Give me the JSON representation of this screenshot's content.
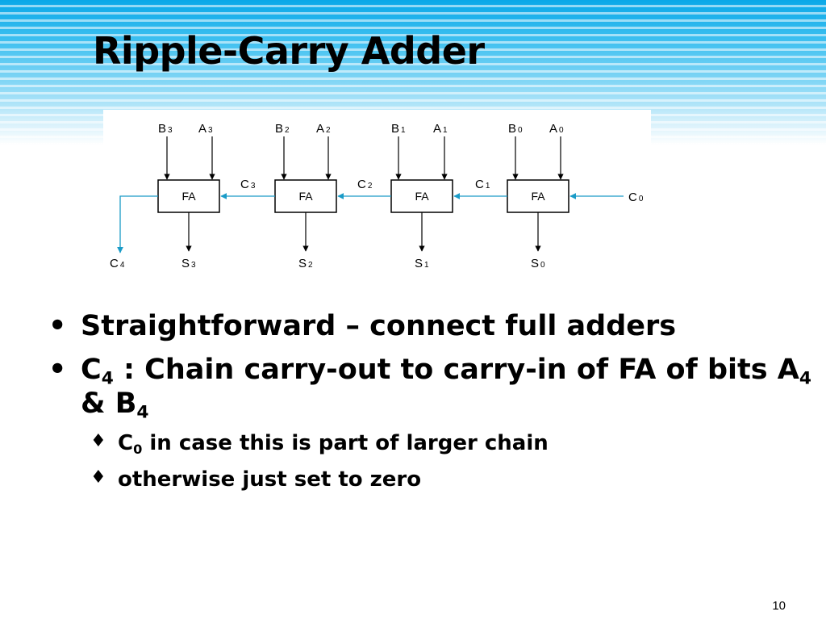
{
  "slide": {
    "title": "Ripple-Carry Adder",
    "page_number": "10"
  },
  "diagram": {
    "blocks": [
      {
        "label": "FA",
        "a": "A",
        "a_sub": "3",
        "b": "B",
        "b_sub": "3",
        "s": "S",
        "s_sub": "3"
      },
      {
        "label": "FA",
        "a": "A",
        "a_sub": "2",
        "b": "B",
        "b_sub": "2",
        "s": "S",
        "s_sub": "2"
      },
      {
        "label": "FA",
        "a": "A",
        "a_sub": "1",
        "b": "B",
        "b_sub": "1",
        "s": "S",
        "s_sub": "1"
      },
      {
        "label": "FA",
        "a": "A",
        "a_sub": "0",
        "b": "B",
        "b_sub": "0",
        "s": "S",
        "s_sub": "0"
      }
    ],
    "carries": [
      {
        "c": "C",
        "sub": "3"
      },
      {
        "c": "C",
        "sub": "2"
      },
      {
        "c": "C",
        "sub": "1"
      }
    ],
    "carry_in": {
      "c": "C",
      "sub": "0"
    },
    "carry_out": {
      "c": "C",
      "sub": "4"
    },
    "carry_color": "#1a9bc7"
  },
  "bullets": {
    "item1": {
      "text": "Straightforward – connect full adders"
    },
    "item2": {
      "p1": "C",
      "sub1": "4",
      "p2": " : Chain carry-out to carry-in of FA of bits A",
      "sub2": "4",
      "p3": " & B",
      "sub3": "4"
    },
    "sub_items": [
      {
        "p1": "C",
        "sub1": "0",
        "p2": " in case this is part of larger chain"
      },
      {
        "p1": "otherwise just set to zero"
      }
    ],
    "bullet_glyph": "•",
    "sub_bullet_glyph": "♦"
  }
}
